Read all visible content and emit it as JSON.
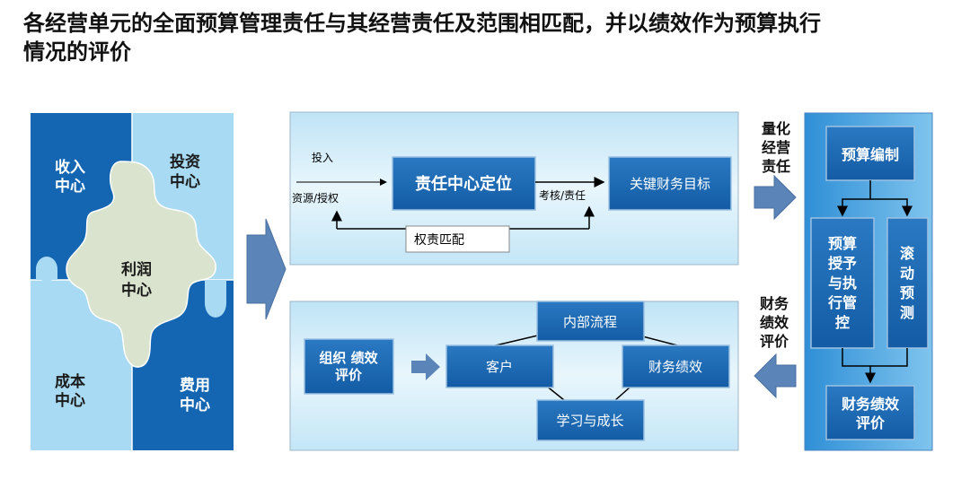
{
  "title": {
    "line1": "各经营单元的全面预算管理责任与其经营责任及范围相匹配，并以绩效作为预算执行",
    "line2": "情况的评价"
  },
  "puzzle": {
    "income": [
      "收入",
      "中心"
    ],
    "investment": [
      "投资",
      "中心"
    ],
    "profit": [
      "利润",
      "中心"
    ],
    "cost": [
      "成本",
      "中心"
    ],
    "expense": [
      "费用",
      "中心"
    ]
  },
  "top_panel": {
    "input_label": "投入",
    "resource_label": "资源/授权",
    "positioning": "责任中心定位",
    "assess_label": "考核/责任",
    "kpi": "关键财务目标",
    "match_label": "权责匹配"
  },
  "bottom_panel": {
    "org": [
      "组织 绩效",
      "评价"
    ],
    "customer": "客户",
    "process": "内部流程",
    "financial": "财务绩效",
    "learning": "学习与成长"
  },
  "side_labels": {
    "quantify": [
      "量化",
      "经营",
      "责任"
    ],
    "evaluate": [
      "财务",
      "绩效",
      "评价"
    ]
  },
  "right_panel": {
    "budget_prep": "预算编制",
    "budget_control": [
      "预算",
      "授予",
      "与执",
      "行管",
      "控"
    ],
    "rolling": [
      "滚",
      "动",
      "预",
      "测"
    ],
    "perf_eval": [
      "财务绩效",
      "评价"
    ]
  },
  "colors": {
    "dark_blue": "#1466b3",
    "light_blue": "#a8daf3",
    "center_bg": "#d9e3cd",
    "box_blue": "#1b6bb6",
    "arrow_blue": "#5b84b8",
    "panel_bg": "#cfeaf7"
  }
}
